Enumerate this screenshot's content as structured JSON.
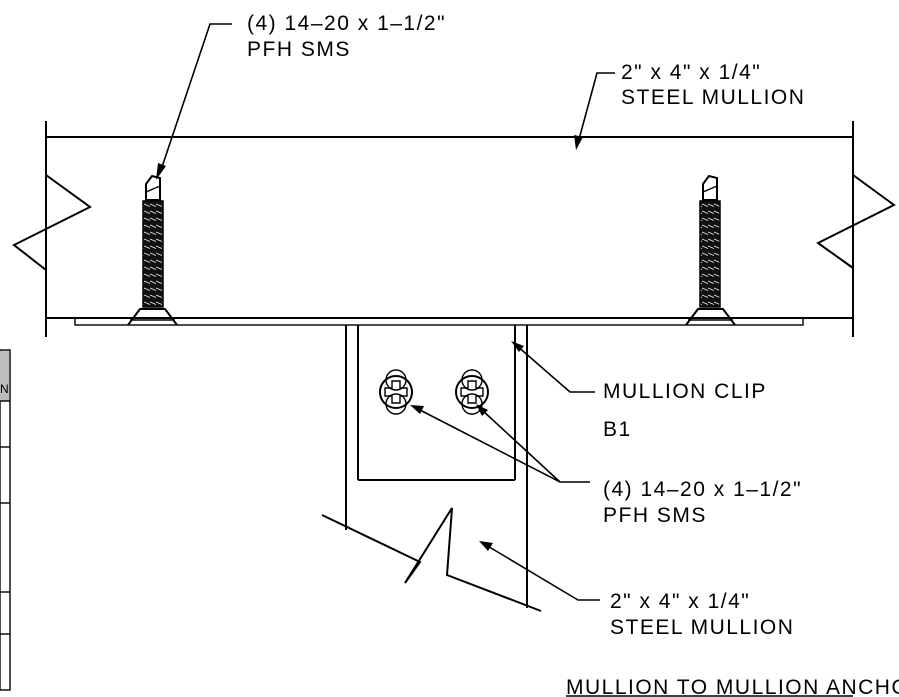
{
  "labels": {
    "top_screw_qty": "(4) 14–20 x 1–1/2\"",
    "top_screw_type": "PFH SMS",
    "top_mullion_size": "2\" x 4\" x 1/4\"",
    "top_mullion_type": "STEEL MULLION",
    "clip_name": "MULLION CLIP",
    "clip_id": "B1",
    "clip_screw_qty": "(4) 14–20 x 1–1/2\"",
    "clip_screw_type": "PFH SMS",
    "bottom_mullion_size": "2\" x 4\" x 1/4\"",
    "bottom_mullion_type": "STEEL MULLION"
  },
  "title": "MULLION TO MULLION ANCHORING"
}
